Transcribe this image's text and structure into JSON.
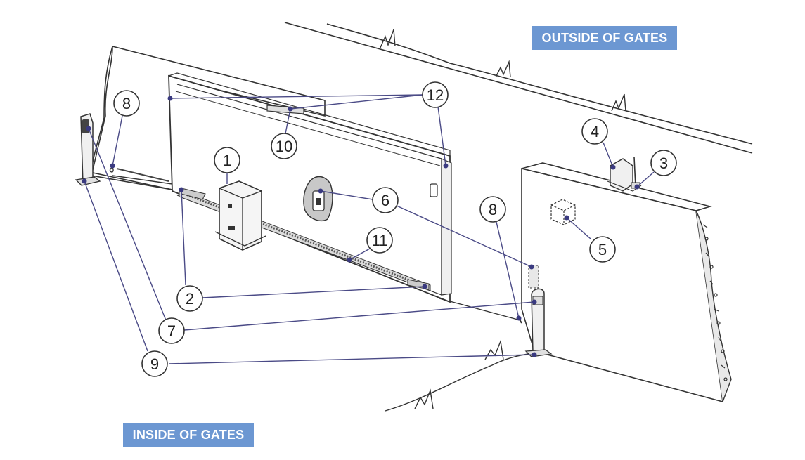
{
  "labels": {
    "outside": "OUTSIDE OF GATES",
    "inside": "INSIDE OF GATES"
  },
  "colors": {
    "label_bg": "#6c97d2",
    "leader": "#4a4a86",
    "dot": "#3a3a80",
    "outline": "#333333"
  },
  "callouts": {
    "c1": "1",
    "c2": "2",
    "c3": "3",
    "c4": "4",
    "c5": "5",
    "c6": "6",
    "c7": "7",
    "c8a": "8",
    "c8b": "8",
    "c9": "9",
    "c10": "10",
    "c11": "11",
    "c12": "12"
  }
}
